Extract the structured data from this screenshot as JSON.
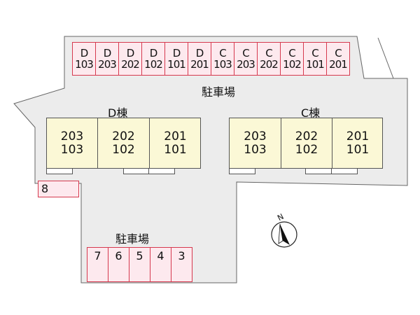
{
  "top_parking": {
    "label": "駐車場",
    "slots": [
      {
        "bldg": "D",
        "unit": "103"
      },
      {
        "bldg": "D",
        "unit": "203"
      },
      {
        "bldg": "D",
        "unit": "202"
      },
      {
        "bldg": "D",
        "unit": "102"
      },
      {
        "bldg": "D",
        "unit": "101"
      },
      {
        "bldg": "D",
        "unit": "201"
      },
      {
        "bldg": "C",
        "unit": "103"
      },
      {
        "bldg": "C",
        "unit": "203"
      },
      {
        "bldg": "C",
        "unit": "202"
      },
      {
        "bldg": "C",
        "unit": "102"
      },
      {
        "bldg": "C",
        "unit": "101"
      },
      {
        "bldg": "C",
        "unit": "201"
      }
    ]
  },
  "buildings": [
    {
      "name": "D棟",
      "units": [
        [
          "203",
          "103"
        ],
        [
          "202",
          "102"
        ],
        [
          "201",
          "101"
        ]
      ]
    },
    {
      "name": "C棟",
      "units": [
        [
          "203",
          "103"
        ],
        [
          "202",
          "102"
        ],
        [
          "201",
          "101"
        ]
      ]
    }
  ],
  "slot_8": {
    "label": "8"
  },
  "bottom_parking": {
    "label": "駐車場",
    "slots": [
      "7",
      "6",
      "5",
      "4",
      "3"
    ]
  },
  "compass": {
    "label": "N"
  },
  "colors": {
    "lot": "#ececec",
    "parking_fill": "#fde9ee",
    "parking_border": "#d6394e",
    "building_fill": "#fbf8d6"
  }
}
